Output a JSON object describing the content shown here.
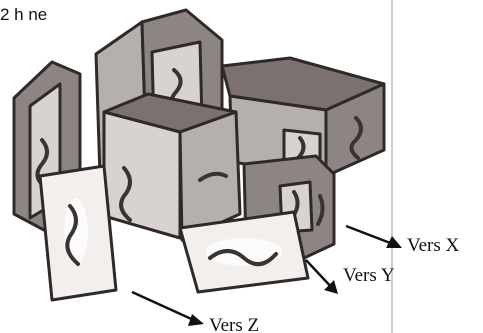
{
  "caption": "2 h ne",
  "axes": {
    "x_label": "Vers X",
    "y_label": "Vers Y",
    "z_label": "Vers Z"
  }
}
